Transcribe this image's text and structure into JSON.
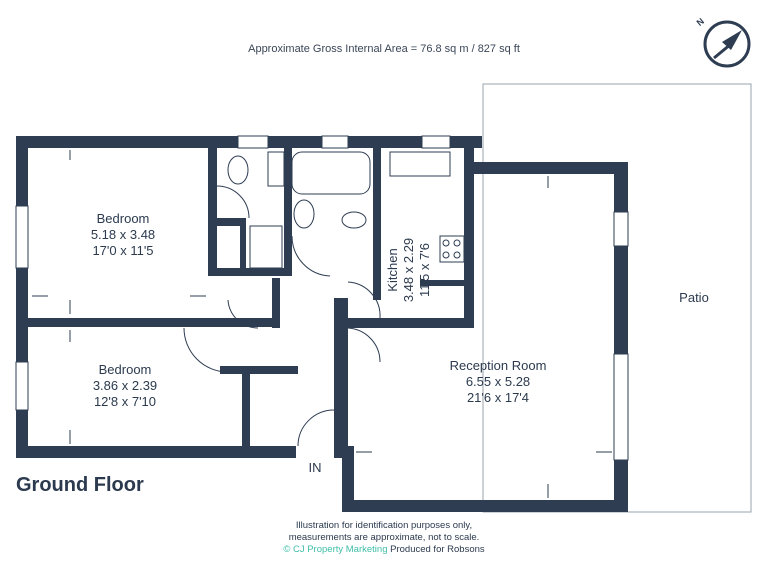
{
  "header": {
    "area_text": "Approximate Gross Internal Area = 76.8 sq m / 827 sq ft"
  },
  "compass": {
    "letter": "N",
    "icon": "north-compass-icon"
  },
  "rooms": [
    {
      "name": "Bedroom",
      "metric": "5.18 x 3.48",
      "imperial": "17'0 x 11'5"
    },
    {
      "name": "Bedroom",
      "metric": "3.86 x 2.39",
      "imperial": "12'8 x 7'10"
    },
    {
      "name": "Kitchen",
      "metric": "3.48 x 2.29",
      "imperial": "11'5 x 7'6"
    },
    {
      "name": "Reception Room",
      "metric": "6.55 x 5.28",
      "imperial": "21'6 x 17'4"
    }
  ],
  "patio": {
    "label": "Patio"
  },
  "entrance": {
    "label": "IN"
  },
  "floor": {
    "label": "Ground Floor"
  },
  "footer": {
    "line1": "Illustration for identification purposes only,",
    "line2": "measurements are approximate, not to scale.",
    "copyright": "© CJ Property Marketing",
    "produced": "Produced for Robsons"
  },
  "colors": {
    "wall": "#2e3d52",
    "brand": "#3fbfa8",
    "text": "#2b3a4e"
  }
}
